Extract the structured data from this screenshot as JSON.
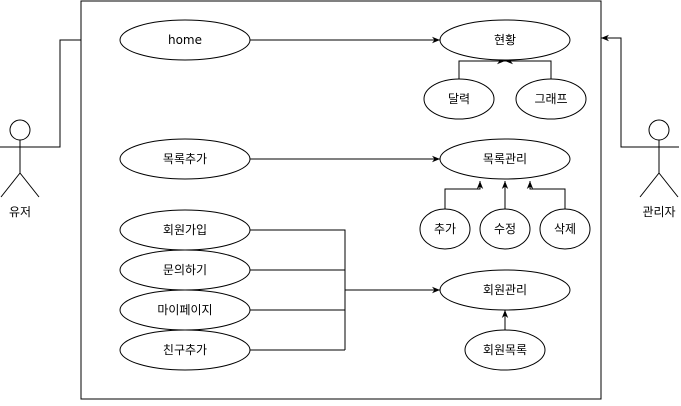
{
  "actors": {
    "user": "유저",
    "admin": "관리자"
  },
  "use_cases": {
    "home": "home",
    "status": "현황",
    "calendar": "달력",
    "graph": "그래프",
    "add_list": "목록추가",
    "list_manage": "목록관리",
    "add": "추가",
    "edit": "수정",
    "delete": "삭제",
    "signup": "회원가입",
    "inquiry": "문의하기",
    "mypage": "마이페이지",
    "add_friend": "친구추가",
    "member_manage": "회원관리",
    "member_list": "회원목록"
  },
  "colors": {
    "stroke": "#000000",
    "fill": "#ffffff"
  }
}
